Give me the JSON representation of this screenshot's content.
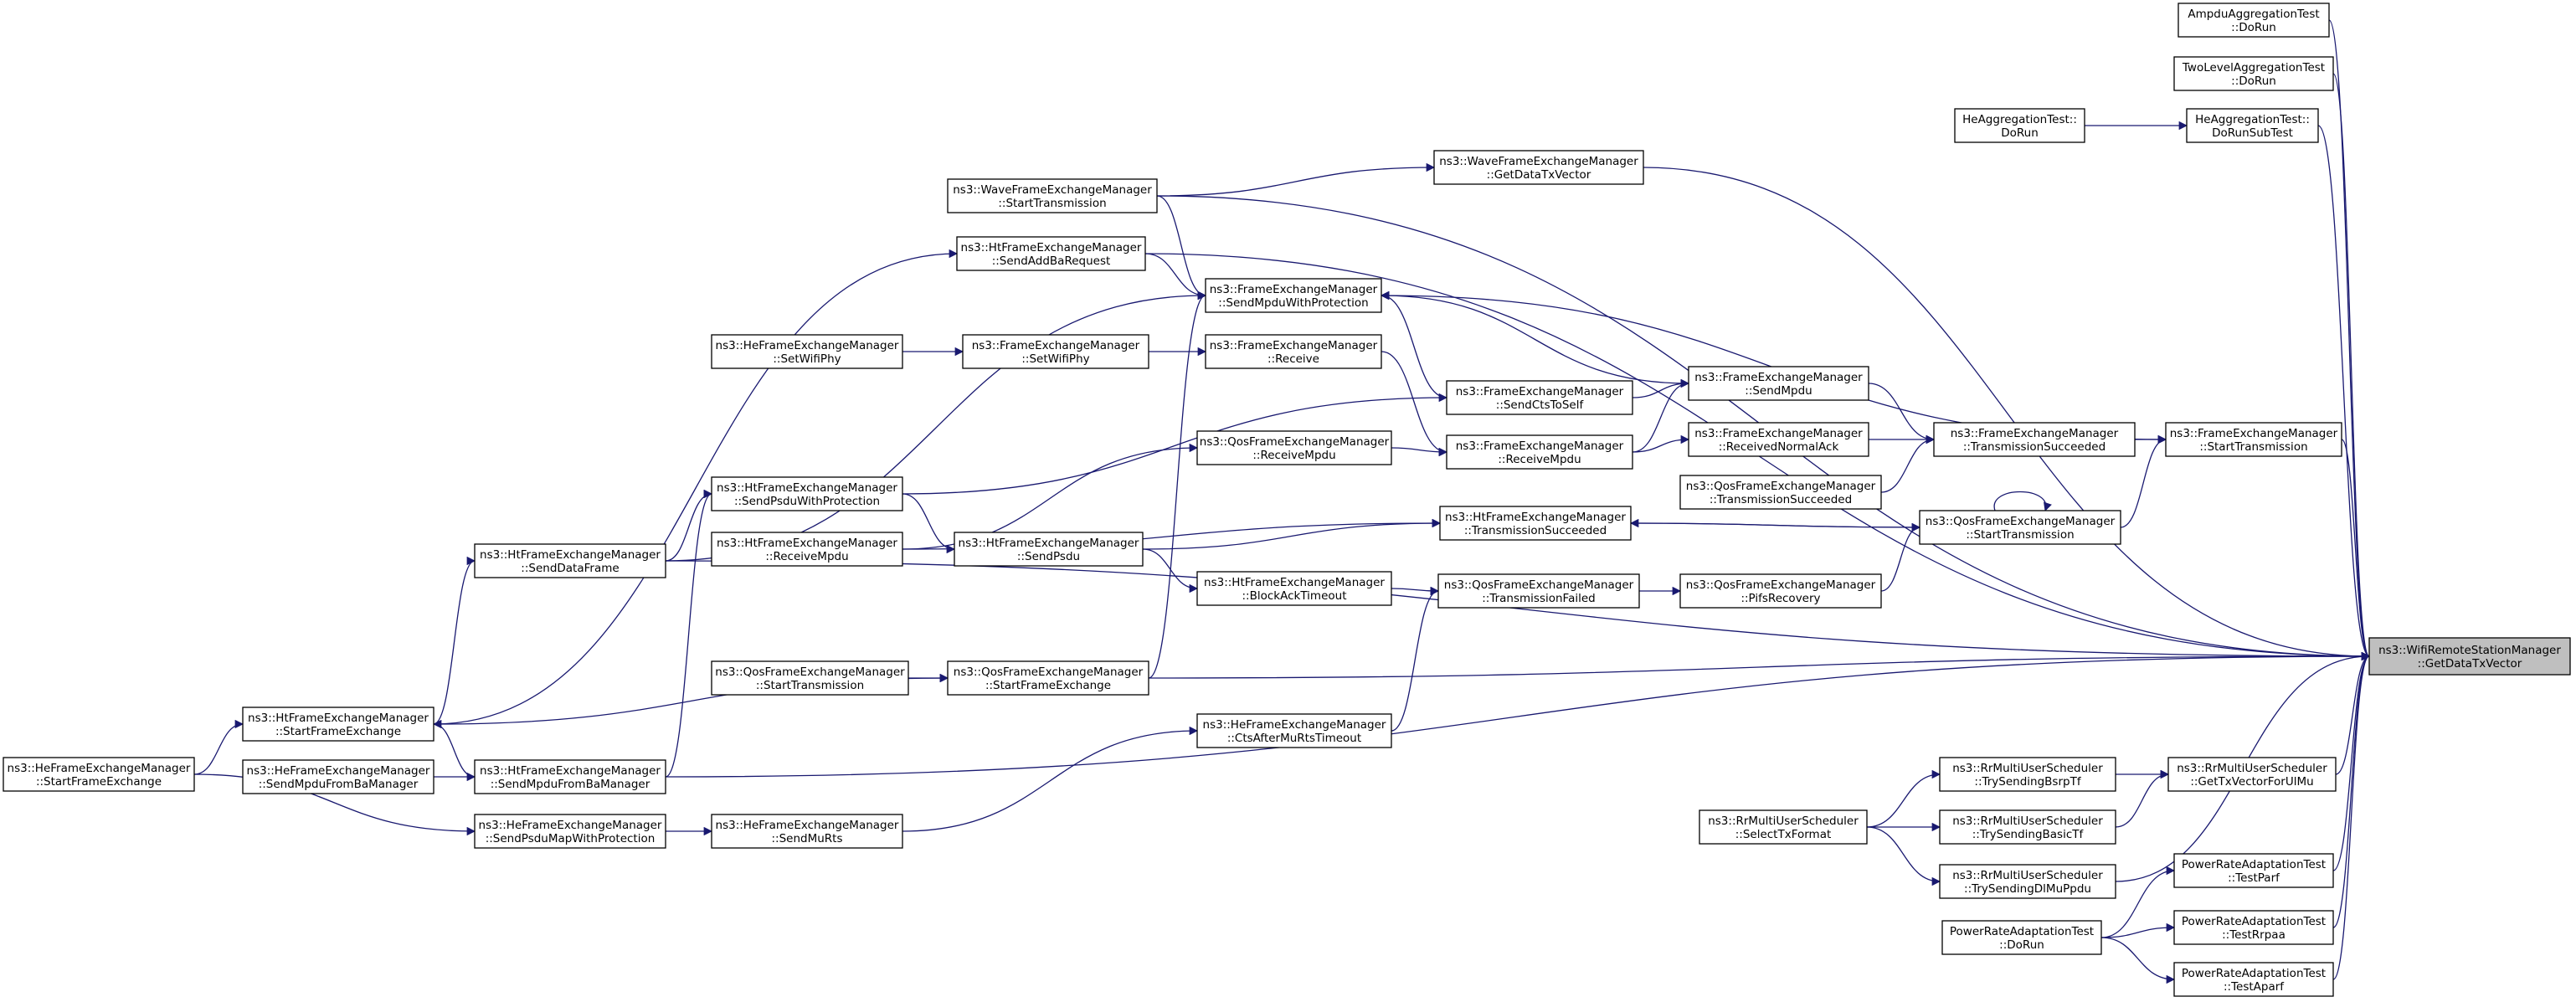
{
  "nodes": [
    {
      "id": "root",
      "lines": [
        "ns3::WifiRemoteStationManager",
        "::GetDataTxVector"
      ],
      "highlighted": true
    },
    {
      "id": "ampdu",
      "lines": [
        "AmpduAggregationTest",
        "::DoRun"
      ]
    },
    {
      "id": "twolevel",
      "lines": [
        "TwoLevelAggregationTest",
        "::DoRun"
      ]
    },
    {
      "id": "heaggdorun",
      "lines": [
        "HeAggregationTest::",
        "DoRun"
      ]
    },
    {
      "id": "heaggsub",
      "lines": [
        "HeAggregationTest::",
        "DoRunSubTest"
      ]
    },
    {
      "id": "wave_getdata",
      "lines": [
        "ns3::WaveFrameExchangeManager",
        "::GetDataTxVector"
      ]
    },
    {
      "id": "wave_start",
      "lines": [
        "ns3::WaveFrameExchangeManager",
        "::StartTransmission"
      ]
    },
    {
      "id": "ht_addba",
      "lines": [
        "ns3::HtFrameExchangeManager",
        "::SendAddBaRequest"
      ]
    },
    {
      "id": "fem_mpduprot",
      "lines": [
        "ns3::FrameExchangeManager",
        "::SendMpduWithProtection"
      ]
    },
    {
      "id": "he_setwifi",
      "lines": [
        "ns3::HeFrameExchangeManager",
        "::SetWifiPhy"
      ]
    },
    {
      "id": "fem_setwifi",
      "lines": [
        "ns3::FrameExchangeManager",
        "::SetWifiPhy"
      ]
    },
    {
      "id": "fem_receive",
      "lines": [
        "ns3::FrameExchangeManager",
        "::Receive"
      ]
    },
    {
      "id": "fem_cts",
      "lines": [
        "ns3::FrameExchangeManager",
        "::SendCtsToSelf"
      ]
    },
    {
      "id": "fem_sendmpdu",
      "lines": [
        "ns3::FrameExchangeManager",
        "::SendMpdu"
      ]
    },
    {
      "id": "fem_recvmpdu",
      "lines": [
        "ns3::FrameExchangeManager",
        "::ReceiveMpdu"
      ]
    },
    {
      "id": "fem_recvack",
      "lines": [
        "ns3::FrameExchangeManager",
        "::ReceivedNormalAck"
      ]
    },
    {
      "id": "fem_txsucc",
      "lines": [
        "ns3::FrameExchangeManager",
        "::TransmissionSucceeded"
      ]
    },
    {
      "id": "fem_start",
      "lines": [
        "ns3::FrameExchangeManager",
        "::StartTransmission"
      ]
    },
    {
      "id": "qos_recvmpdu",
      "lines": [
        "ns3::QosFrameExchangeManager",
        "::ReceiveMpdu"
      ]
    },
    {
      "id": "ht_psduprot",
      "lines": [
        "ns3::HtFrameExchangeManager",
        "::SendPsduWithProtection"
      ]
    },
    {
      "id": "ht_txsucc",
      "lines": [
        "ns3::HtFrameExchangeManager",
        "::TransmissionSucceeded"
      ]
    },
    {
      "id": "qos_txsucc",
      "lines": [
        "ns3::QosFrameExchangeManager",
        "::TransmissionSucceeded"
      ]
    },
    {
      "id": "qos_start",
      "lines": [
        "ns3::QosFrameExchangeManager",
        "::StartTransmission"
      ]
    },
    {
      "id": "ht_recvmpdu",
      "lines": [
        "ns3::HtFrameExchangeManager",
        "::ReceiveMpdu"
      ]
    },
    {
      "id": "ht_sendpsdu",
      "lines": [
        "ns3::HtFrameExchangeManager",
        "::SendPsdu"
      ]
    },
    {
      "id": "ht_senddata",
      "lines": [
        "ns3::HtFrameExchangeManager",
        "::SendDataFrame"
      ]
    },
    {
      "id": "ht_blockack",
      "lines": [
        "ns3::HtFrameExchangeManager",
        "::BlockAckTimeout"
      ]
    },
    {
      "id": "qos_txfail",
      "lines": [
        "ns3::QosFrameExchangeManager",
        "::TransmissionFailed"
      ]
    },
    {
      "id": "qos_pifs",
      "lines": [
        "ns3::QosFrameExchangeManager",
        "::PifsRecovery"
      ]
    },
    {
      "id": "qos_start2",
      "lines": [
        "ns3::QosFrameExchangeManager",
        "::StartTransmission"
      ]
    },
    {
      "id": "qos_startfe",
      "lines": [
        "ns3::QosFrameExchangeManager",
        "::StartFrameExchange"
      ]
    },
    {
      "id": "ht_startfe",
      "lines": [
        "ns3::HtFrameExchangeManager",
        "::StartFrameExchange"
      ]
    },
    {
      "id": "he_startfe",
      "lines": [
        "ns3::HeFrameExchangeManager",
        "::StartFrameExchange"
      ]
    },
    {
      "id": "he_sendmpduba",
      "lines": [
        "ns3::HeFrameExchangeManager",
        "::SendMpduFromBaManager"
      ]
    },
    {
      "id": "ht_sendmpduba",
      "lines": [
        "ns3::HtFrameExchangeManager",
        "::SendMpduFromBaManager"
      ]
    },
    {
      "id": "he_ctsafter",
      "lines": [
        "ns3::HeFrameExchangeManager",
        "::CtsAfterMuRtsTimeout"
      ]
    },
    {
      "id": "he_psdumap",
      "lines": [
        "ns3::HeFrameExchangeManager",
        "::SendPsduMapWithProtection"
      ]
    },
    {
      "id": "he_sendmurts",
      "lines": [
        "ns3::HeFrameExchangeManager",
        "::SendMuRts"
      ]
    },
    {
      "id": "rr_bsrp",
      "lines": [
        "ns3::RrMultiUserScheduler",
        "::TrySendingBsrpTf"
      ]
    },
    {
      "id": "rr_basic",
      "lines": [
        "ns3::RrMultiUserScheduler",
        "::TrySendingBasicTf"
      ]
    },
    {
      "id": "rr_dlmu",
      "lines": [
        "ns3::RrMultiUserScheduler",
        "::TrySendingDlMuPpdu"
      ]
    },
    {
      "id": "rr_select",
      "lines": [
        "ns3::RrMultiUserScheduler",
        "::SelectTxFormat"
      ]
    },
    {
      "id": "rr_gettx",
      "lines": [
        "ns3::RrMultiUserScheduler",
        "::GetTxVectorForUlMu"
      ]
    },
    {
      "id": "pra_parf",
      "lines": [
        "PowerRateAdaptationTest",
        "::TestParf"
      ]
    },
    {
      "id": "pra_rrpaa",
      "lines": [
        "PowerRateAdaptationTest",
        "::TestRrpaa"
      ]
    },
    {
      "id": "pra_aparf",
      "lines": [
        "PowerRateAdaptationTest",
        "::TestAparf"
      ]
    },
    {
      "id": "pra_dorun",
      "lines": [
        "PowerRateAdaptationTest",
        "::DoRun"
      ]
    }
  ],
  "edges": [
    [
      "ampdu",
      "root"
    ],
    [
      "twolevel",
      "root"
    ],
    [
      "heaggsub",
      "root"
    ],
    [
      "heaggdorun",
      "heaggsub"
    ],
    [
      "wave_getdata",
      "root"
    ],
    [
      "wave_start",
      "wave_getdata"
    ],
    [
      "wave_start",
      "root"
    ],
    [
      "ht_addba",
      "root"
    ],
    [
      "ht_startfe",
      "ht_addba"
    ],
    [
      "wave_start",
      "fem_mpduprot"
    ],
    [
      "ht_addba",
      "fem_mpduprot"
    ],
    [
      "fem_start",
      "fem_mpduprot"
    ],
    [
      "ht_senddata",
      "fem_mpduprot"
    ],
    [
      "qos_startfe",
      "fem_mpduprot"
    ],
    [
      "fem_sendmpdu",
      "fem_mpduprot"
    ],
    [
      "fem_cts",
      "fem_mpduprot"
    ],
    [
      "he_setwifi",
      "fem_setwifi"
    ],
    [
      "fem_setwifi",
      "fem_receive"
    ],
    [
      "fem_receive",
      "fem_recvmpdu"
    ],
    [
      "fem_recvmpdu",
      "fem_sendmpdu"
    ],
    [
      "fem_cts",
      "fem_sendmpdu"
    ],
    [
      "fem_recvmpdu",
      "fem_recvack"
    ],
    [
      "fem_recvack",
      "fem_txsucc"
    ],
    [
      "fem_sendmpdu",
      "fem_txsucc"
    ],
    [
      "fem_txsucc",
      "fem_start"
    ],
    [
      "qos_txsucc",
      "fem_txsucc"
    ],
    [
      "fem_start",
      "root"
    ],
    [
      "qos_start",
      "fem_start"
    ],
    [
      "ht_psduprot",
      "fem_cts"
    ],
    [
      "ht_recvmpdu",
      "qos_recvmpdu"
    ],
    [
      "qos_recvmpdu",
      "fem_recvmpdu"
    ],
    [
      "ht_sendpsdu",
      "ht_txsucc"
    ],
    [
      "ht_recvmpdu",
      "ht_txsucc"
    ],
    [
      "ht_txsucc",
      "qos_start"
    ],
    [
      "qos_start",
      "ht_txsucc"
    ],
    [
      "qos_start",
      "qos_start"
    ],
    [
      "qos_pifs",
      "qos_start"
    ],
    [
      "ht_psduprot",
      "ht_sendpsdu"
    ],
    [
      "ht_senddata",
      "ht_psduprot"
    ],
    [
      "ht_sendmpduba",
      "ht_psduprot"
    ],
    [
      "ht_sendpsdu",
      "ht_blockack"
    ],
    [
      "ht_blockack",
      "qos_txfail"
    ],
    [
      "qos_txfail",
      "qos_pifs"
    ],
    [
      "he_ctsafter",
      "qos_txfail"
    ],
    [
      "ht_senddata",
      "root"
    ],
    [
      "qos_startfe",
      "root"
    ],
    [
      "qos_start2",
      "qos_startfe"
    ],
    [
      "ht_startfe",
      "qos_startfe"
    ],
    [
      "ht_startfe",
      "ht_senddata"
    ],
    [
      "he_startfe",
      "ht_startfe"
    ],
    [
      "he_startfe",
      "he_psdumap"
    ],
    [
      "ht_sendmpduba",
      "ht_startfe"
    ],
    [
      "he_sendmpduba",
      "ht_sendmpduba"
    ],
    [
      "ht_sendmpduba",
      "root"
    ],
    [
      "he_psdumap",
      "he_sendmurts"
    ],
    [
      "he_sendmurts",
      "he_ctsafter"
    ],
    [
      "rr_select",
      "rr_bsrp"
    ],
    [
      "rr_select",
      "rr_basic"
    ],
    [
      "rr_select",
      "rr_dlmu"
    ],
    [
      "rr_bsrp",
      "rr_gettx"
    ],
    [
      "rr_basic",
      "rr_gettx"
    ],
    [
      "rr_dlmu",
      "root"
    ],
    [
      "rr_gettx",
      "root"
    ],
    [
      "pra_dorun",
      "pra_parf"
    ],
    [
      "pra_dorun",
      "pra_rrpaa"
    ],
    [
      "pra_dorun",
      "pra_aparf"
    ],
    [
      "pra_parf",
      "root"
    ],
    [
      "pra_rrpaa",
      "root"
    ],
    [
      "pra_aparf",
      "root"
    ]
  ]
}
